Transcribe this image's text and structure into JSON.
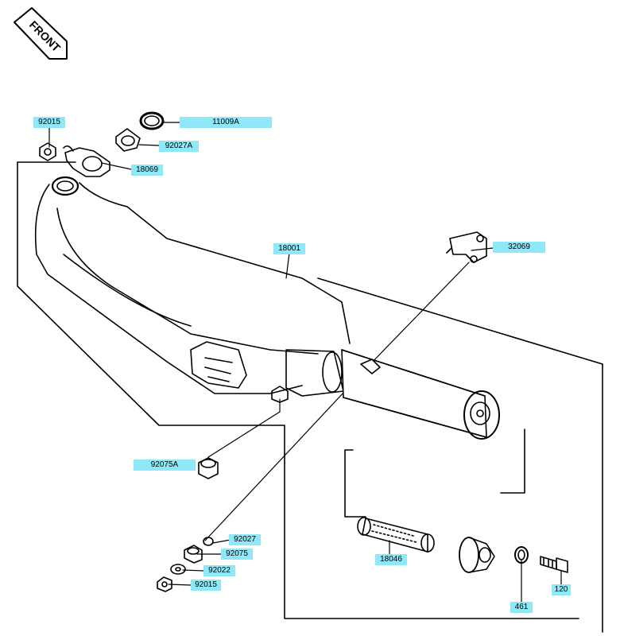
{
  "direction_marker": {
    "text": "FRONT",
    "icon": "front-arrow-icon"
  },
  "part_labels": {
    "p92015_top": "92015",
    "p11009A": "11009A",
    "p92027A": "92027A",
    "p18069": "18069",
    "p18001": "18001",
    "p32069": "32069",
    "p92075A": "92075A",
    "p92027": "92027",
    "p92075": "92075",
    "p92022": "92022",
    "p92015_bot": "92015",
    "p18046": "18046",
    "p461": "461",
    "p120": "120"
  },
  "colors": {
    "label_bg": "#8ee8f8",
    "line": "#000000"
  }
}
